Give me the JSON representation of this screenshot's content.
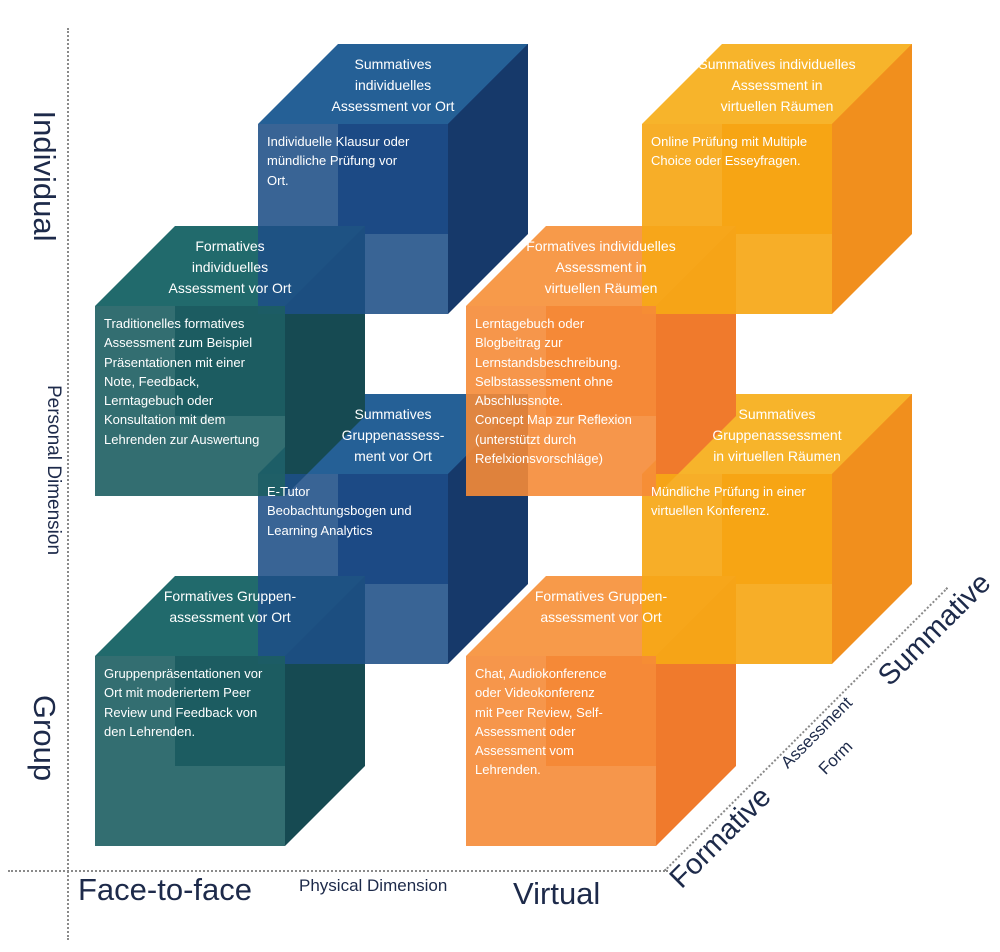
{
  "axes": {
    "individual": "Individual",
    "personal_dimension": "Personal Dimension",
    "group": "Group",
    "face_to_face": "Face-to-face",
    "physical_dimension": "Physical Dimension",
    "virtual": "Virtual",
    "formative": "Formative",
    "assessment": "Assessment",
    "form": "Form",
    "summative": "Summative"
  },
  "colors": {
    "blue": "#1e4f86",
    "teal": "#1d5e62",
    "yellow": "#f6a716",
    "orange": "#f58b37"
  },
  "cubes": [
    {
      "id": "summativ-individuell-vor-ort",
      "title_lines": [
        "Summatives",
        "individuelles",
        "Assessment vor Ort"
      ],
      "desc_lines": [
        "Individuelle Klausur oder",
        "mündliche Prüfung vor",
        "Ort."
      ]
    },
    {
      "id": "summativ-individuell-virtuell",
      "title_lines": [
        "Summatives individuelles",
        "Assessment in",
        "virtuellen Räumen"
      ],
      "desc_lines": [
        "Online Prüfung mit Multiple",
        "Choice oder Esseyfragen."
      ]
    },
    {
      "id": "summativ-gruppe-vor-ort",
      "title_lines": [
        "Summatives",
        "Gruppenassess-",
        "ment vor Ort"
      ],
      "desc_lines": [
        "E-Tutor",
        "Beobachtungsbogen und",
        "Learning Analytics"
      ]
    },
    {
      "id": "summativ-gruppe-virtuell",
      "title_lines": [
        "Summatives",
        "Gruppenassessment",
        "in  virtuellen Räumen"
      ],
      "desc_lines": [
        "Mündliche Prüfung in einer",
        "virtuellen Konferenz."
      ]
    },
    {
      "id": "formativ-individuell-vor-ort",
      "title_lines": [
        "Formatives",
        "individuelles",
        "Assessment vor Ort"
      ],
      "desc_lines": [
        "Traditionelles formatives",
        "Assessment zum Beispiel",
        "Präsentationen mit einer",
        "Note, Feedback,",
        "Lerntagebuch oder",
        "Konsultation mit dem",
        "Lehrenden zur Auswertung"
      ]
    },
    {
      "id": "formativ-individuell-virtuell",
      "title_lines": [
        "Formatives individuelles",
        "Assessment in",
        "virtuellen Räumen"
      ],
      "desc_lines": [
        "Lerntagebuch oder",
        "Blogbeitrag zur",
        "Lernstandsbeschreibung.",
        "Selbstassessment ohne",
        "Abschlussnote.",
        "Concept Map zur Reflexion",
        "(unterstützt durch",
        "Refelxionsvorschläge)"
      ]
    },
    {
      "id": "formativ-gruppe-vor-ort",
      "title_lines": [
        "Formatives Gruppen-",
        "assessment vor Ort"
      ],
      "desc_lines": [
        "Gruppenpräsentationen vor",
        "Ort mit moderiertem Peer",
        "Review und Feedback von",
        "den Lehrenden."
      ]
    },
    {
      "id": "formativ-gruppe-virtuell",
      "title_lines": [
        "Formatives Gruppen-",
        "assessment vor Ort"
      ],
      "desc_lines": [
        "Chat, Audiokonference",
        "oder Videokonferenz",
        "mit Peer Review, Self-",
        "Assessment oder",
        "Assessment vom",
        "Lehrenden."
      ]
    }
  ]
}
